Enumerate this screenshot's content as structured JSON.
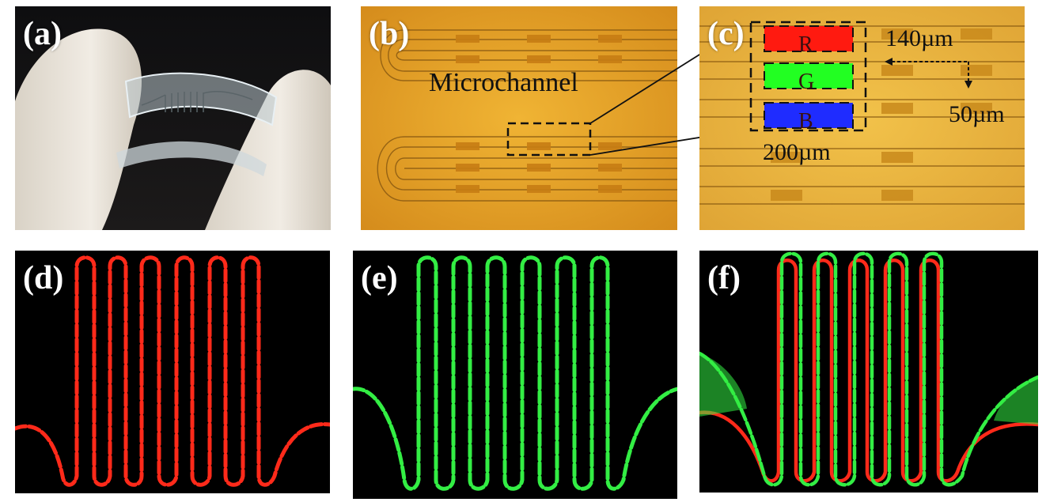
{
  "figure": {
    "panels": [
      {
        "label": "(a)"
      },
      {
        "label": "(b)",
        "annotation": "Microchannel"
      },
      {
        "label": "(c)",
        "boxes": [
          "R",
          "G",
          "B"
        ],
        "dimensions": {
          "width": "140µm",
          "gap": "50µm",
          "length": "200µm"
        }
      },
      {
        "label": "(d)"
      },
      {
        "label": "(e)"
      },
      {
        "label": "(f)"
      }
    ],
    "colors": {
      "red": "#ff2a1a",
      "green": "#33ee44",
      "blue": "#1f2cff",
      "amber": "#e8a020",
      "black": "#000000"
    }
  }
}
